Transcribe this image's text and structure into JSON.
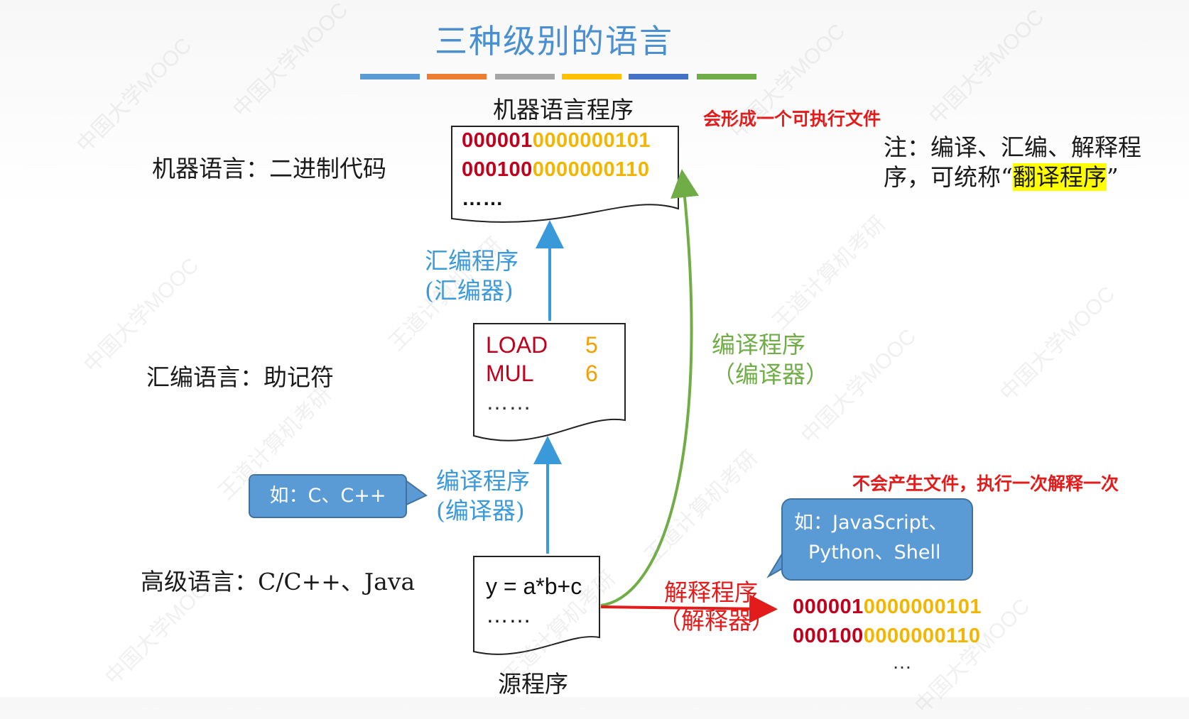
{
  "title": "三种级别的语言",
  "title_bar_colors": [
    "#5b9bd5",
    "#ed7d31",
    "#a5a5a5",
    "#ffc000",
    "#4472c4",
    "#70ad47"
  ],
  "levels": {
    "machine": "机器语言：二进制代码",
    "assembly": "汇编语言：助记符",
    "high": "高级语言：C/C++、Java"
  },
  "documents": {
    "machine_title": "机器语言程序",
    "machine_lines": [
      {
        "red": "000001",
        "yellow": "0000000101"
      },
      {
        "red": "000100",
        "yellow": "0000000110"
      }
    ],
    "machine_more": "……",
    "asm_lines": [
      {
        "op": "LOAD",
        "arg": "5"
      },
      {
        "op": "MUL",
        "arg": "6"
      }
    ],
    "asm_more": "……",
    "source_line": "y = a*b+c",
    "source_more": "……",
    "source_title": "源程序"
  },
  "arrows": {
    "assembler_1": "汇编程序",
    "assembler_2": "(汇编器)",
    "compiler_a_1": "编译程序",
    "compiler_a_2": "(编译器)",
    "compiler_b_1": "编译程序",
    "compiler_b_2": "（编译器）",
    "interpreter_1": "解释程序",
    "interpreter_2": "（解释器）"
  },
  "notes": {
    "executable": "会形成一个可执行文件",
    "translate_1": "注：编译、汇编、解释程",
    "translate_2_pre": "序，可统称“",
    "translate_2_hl": "翻译程序",
    "translate_2_post": "”",
    "no_file": "不会产生文件，执行一次解释一次"
  },
  "callouts": {
    "c_example": "如：C、C++",
    "script_1": "如：JavaScript、",
    "script_2": "Python、Shell"
  },
  "interp_output": {
    "lines": [
      {
        "red": "000001",
        "yellow": "0000000101"
      },
      {
        "red": "000100",
        "yellow": "0000000110"
      }
    ],
    "more": "…"
  },
  "watermarks": [
    "中国大学MOOC",
    "王道计算机考研"
  ]
}
